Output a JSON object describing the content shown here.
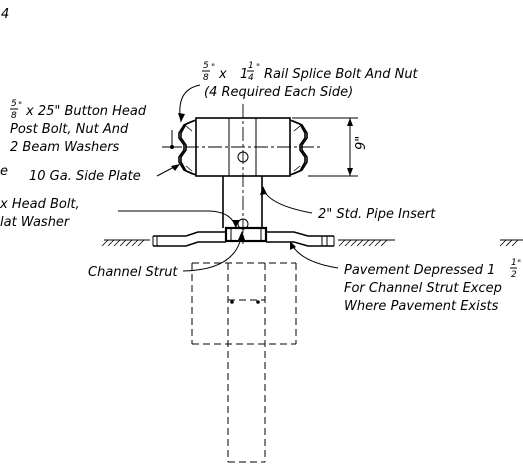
{
  "labels": {
    "corner_mark": "4",
    "rail_splice_1_pre": "x",
    "rail_splice_1_post": "Rail Splice Bolt And Nut",
    "rail_splice_2": "(4 Required Each Side)",
    "button_head_1": "x 25\" Button Head",
    "button_head_2": "Post Bolt, Nut And",
    "button_head_3": "2 Beam Washers",
    "left_e": "e",
    "side_plate": "10 Ga. Side Plate",
    "head_bolt_1": "x Head Bolt,",
    "head_bolt_2": "lat Washer",
    "dim_9": "9\"",
    "pipe_insert": "2\" Std. Pipe Insert",
    "channel_strut": "Channel Strut",
    "pavement_1": "Pavement Depressed 1",
    "pavement_2": "For Channel Strut Excep",
    "pavement_3": "Where Pavement Exists"
  },
  "fractions": {
    "five_eighths_top": "5",
    "five_eighths_bottom": "8",
    "one_quarter_whole": "1",
    "one_quarter_top": "1",
    "one_quarter_bottom": "4",
    "half_whole": "1",
    "half_top": "1",
    "half_bottom": "2",
    "inch": "\""
  }
}
